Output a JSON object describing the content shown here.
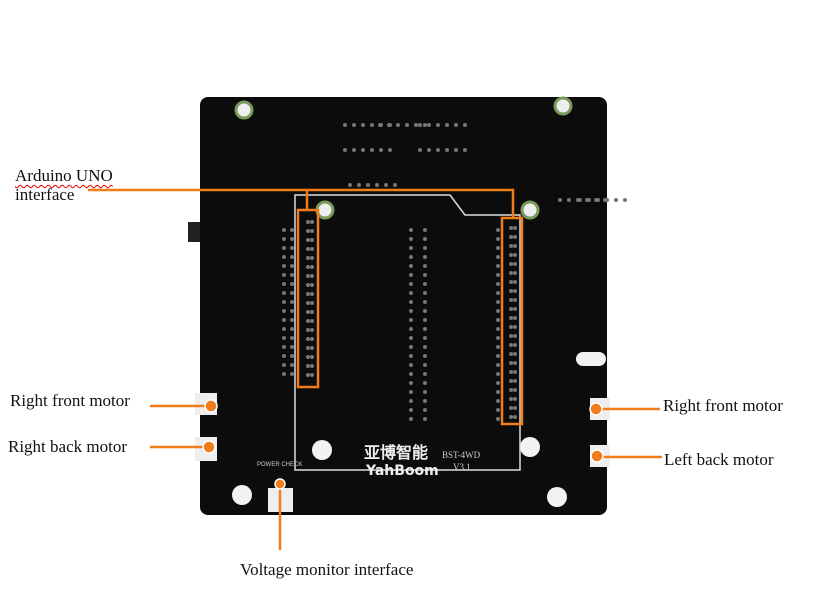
{
  "title": "BST-4WD expansion board interfaces",
  "accent_color": "#f07d1a",
  "board_color": "#0c0c0c",
  "labels": {
    "arduino_line1": "Arduino UNO",
    "arduino_line2": "interface",
    "right_front_motor_left": "Right front motor",
    "right_back_motor": "Right back motor",
    "right_front_motor_right": "Right front motor",
    "left_back_motor": "Left back motor",
    "voltage_monitor": "Voltage monitor interface"
  },
  "board": {
    "brand_cn": "亚博智能",
    "brand_en": "YahBoom",
    "model": "BST-4WD",
    "version": "V3.1",
    "silk_power": "POWER CHECK"
  }
}
